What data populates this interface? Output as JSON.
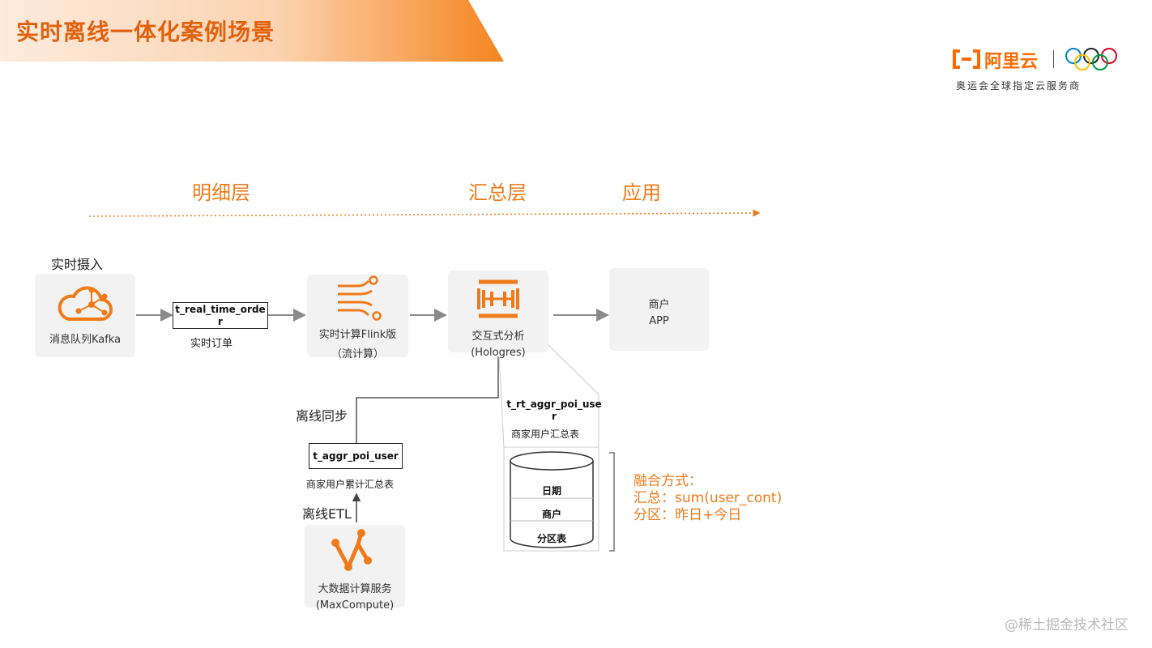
{
  "header": {
    "title": "实时离线一体化案例场景",
    "brand_name": "阿里云",
    "brand_subtitle": "奥运会全球指定云服务商",
    "brand_color": "#ff6a00"
  },
  "layers": {
    "detail": "明细层",
    "summary": "汇总层",
    "application": "应用"
  },
  "nodes": {
    "realtime_ingest_label": "实时摄入",
    "kafka_label": "消息队列Kafka",
    "realtime_order_table": "t_real_time_order",
    "realtime_order_caption": "实时订单",
    "flink_line1": "实时计算Flink版",
    "flink_line2": "（流计算）",
    "hologres_line1": "交互式分析",
    "hologres_line2": "(Hologres)",
    "app_line1": "商户",
    "app_line2": "APP",
    "offline_sync_label": "离线同步",
    "aggr_table": "t_aggr_poi_user",
    "aggr_caption": "商家用户累计汇总表",
    "offline_etl_label": "离线ETL",
    "maxcompute_line1": "大数据计算服务",
    "maxcompute_line2": "(MaxCompute)",
    "rt_aggr_table": "t_rt_aggr_poi_user",
    "rt_aggr_caption": "商家用户汇总表"
  },
  "cylinder": {
    "rows": [
      "日期",
      "商户",
      "分区表"
    ]
  },
  "merge_note": {
    "line1": "融合方式：",
    "line2": "汇总：sum(user_cont)",
    "line3": "分区：昨日+今日"
  },
  "watermark": "@稀土掘金技术社区",
  "colors": {
    "accent": "#f07a1a",
    "title": "#e0620f",
    "node_bg": "#f2f2f2"
  },
  "icons": {
    "kafka": "cloud-network-icon",
    "flink": "stream-lines-icon",
    "hologres": "cylinder-bars-icon",
    "maxcompute": "branch-nodes-icon"
  }
}
